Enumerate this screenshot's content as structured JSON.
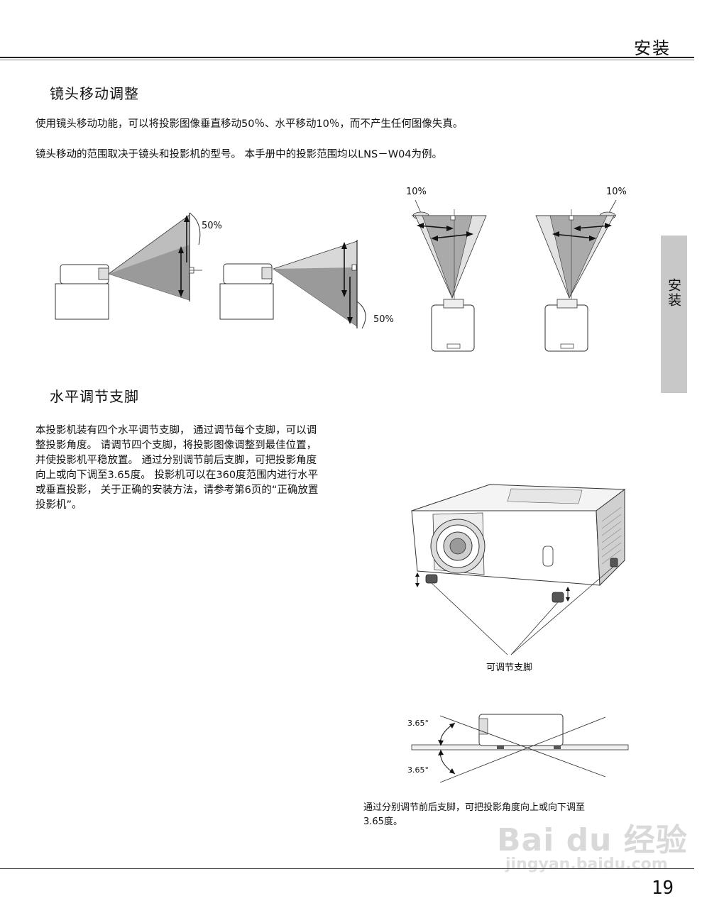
{
  "header": {
    "title": "安装"
  },
  "side_tab": {
    "label": "安装"
  },
  "lens_shift": {
    "title": "镜头移动调整",
    "paragraph1": "使用镜头移动功能，可以将投影图像垂直移动50％、水平移动10％，而不产生任何图像失真。",
    "paragraph2": "镜头移动的范围取决于镜头和投影机的型号。 本手册中的投影范围均以LNS－W04为例。",
    "label_vertical_up": "50%",
    "label_vertical_down": "50%",
    "label_horizontal_left": "10%",
    "label_horizontal_right": "10%"
  },
  "feet": {
    "title": "水平调节支脚",
    "paragraph": "本投影机装有四个水平调节支脚， 通过调节每个支脚，可以调整投影角度。 请调节四个支脚，将投影图像调整到最佳位置，并使投影机平稳放置。 通过分别调节前后支脚，可把投影角度向上或向下调至3.65度。 投影机可以在360度范围内进行水平或垂直投影， 关于正确的安装方法，请参考第6页的“正确放置投影机”。",
    "callout_label": "可调节支脚",
    "angle_label_top": "3.65°",
    "angle_label_bottom": "3.65°",
    "caption": "通过分别调节前后支脚，可把投影角度向上或向下调至3.65度。"
  },
  "footer": {
    "page_number": "19"
  },
  "watermark": {
    "brand": "Bai du 经验",
    "url": "jingyan.baidu.com"
  }
}
